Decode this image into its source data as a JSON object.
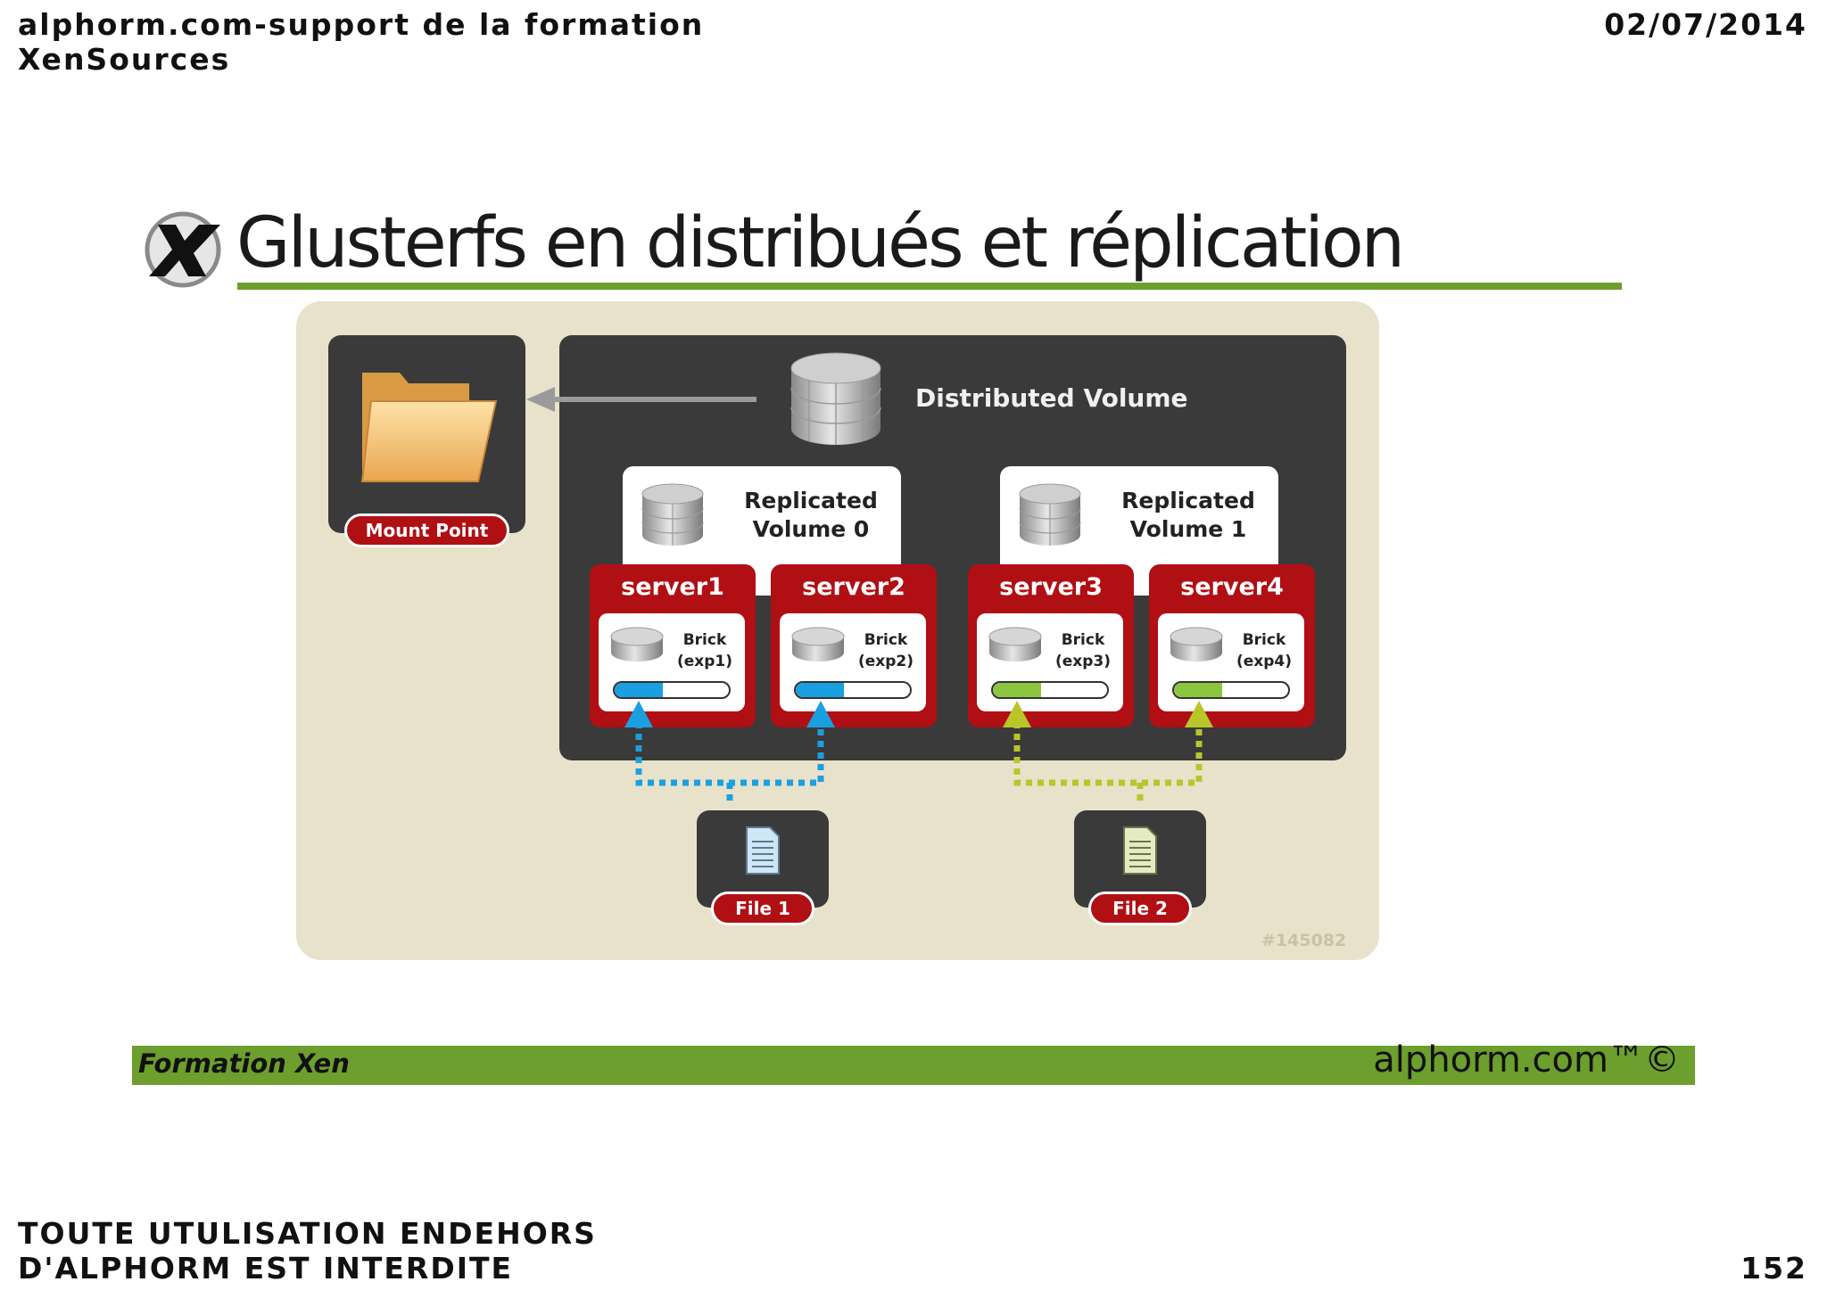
{
  "header": {
    "left_line1": "alphorm.com-support de la formation",
    "left_line2": "XenSources",
    "date": "02/07/2014"
  },
  "slide": {
    "title": "Glusterfs en distribués et réplication",
    "title_rule_color": "#6c9f2d"
  },
  "diagram": {
    "mount_point_label": "Mount Point",
    "distributed_volume_label": "Distributed Volume",
    "replicated_volumes": [
      {
        "label_line1": "Replicated",
        "label_line2": "Volume 0"
      },
      {
        "label_line1": "Replicated",
        "label_line2": "Volume 1"
      }
    ],
    "servers": [
      {
        "name": "server1",
        "brick_line1": "Brick",
        "brick_line2": "(exp1)",
        "fill_color": "#1aa0e0",
        "fill_fraction": 0.42
      },
      {
        "name": "server2",
        "brick_line1": "Brick",
        "brick_line2": "(exp2)",
        "fill_color": "#1aa0e0",
        "fill_fraction": 0.42
      },
      {
        "name": "server3",
        "brick_line1": "Brick",
        "brick_line2": "(exp3)",
        "fill_color": "#8cc63f",
        "fill_fraction": 0.42
      },
      {
        "name": "server4",
        "brick_line1": "Brick",
        "brick_line2": "(exp4)",
        "fill_color": "#8cc63f",
        "fill_fraction": 0.42
      }
    ],
    "files": [
      {
        "label": "File 1",
        "arrow_color": "#1aa0e0"
      },
      {
        "label": "File 2",
        "arrow_color": "#b8c62a"
      }
    ],
    "watermark": "#145082"
  },
  "footer": {
    "left": "Formation Xen",
    "right": "alphorm.com™©",
    "band_color": "#6c9f2d",
    "notice_line1": "TOUTE UTULISATION ENDEHORS",
    "notice_line2": "D'ALPHORM EST INTERDITE",
    "page_number": "152"
  }
}
